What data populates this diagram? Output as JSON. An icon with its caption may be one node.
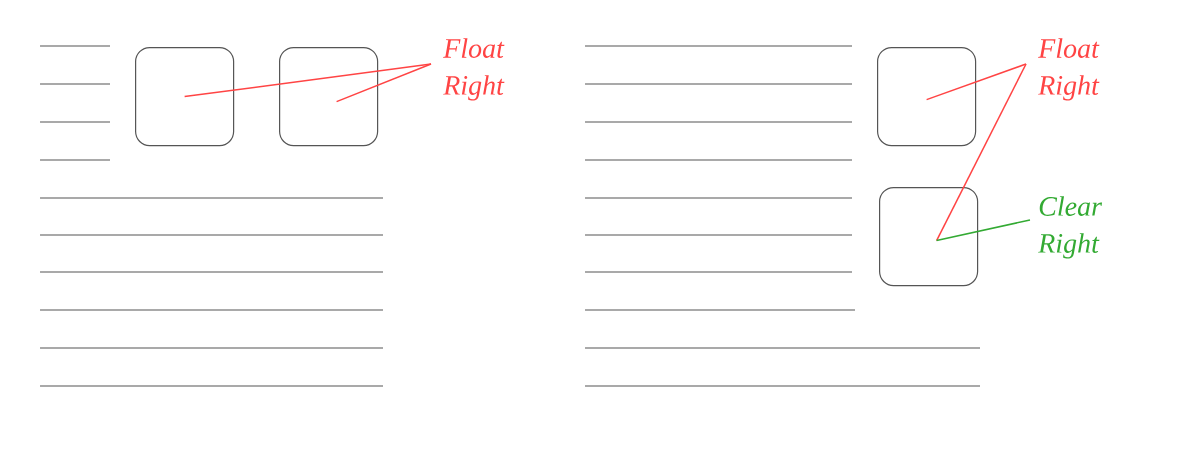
{
  "diagram": {
    "nodes": [
      {
        "text": [
          "Float Right"
        ]
      },
      {
        "text": [],
        "shape": "box"
      },
      {
        "text": [],
        "shape": "box"
      },
      {
        "text": [
          "Float Right"
        ]
      },
      {
        "text": [],
        "shape": "box"
      },
      {
        "text": [],
        "shape": "box"
      },
      {
        "text": [
          "Clear Right"
        ]
      }
    ],
    "edges": [
      {
        "from": 0,
        "to": 1,
        "arrow": "none"
      },
      {
        "from": 0,
        "to": 2,
        "arrow": "none"
      },
      {
        "from": 3,
        "to": 4,
        "arrow": "none"
      },
      {
        "from": 3,
        "to": 5,
        "arrow": "none"
      },
      {
        "from": 6,
        "to": 5,
        "arrow": "none",
        "color": "#33aa33"
      }
    ]
  }
}
